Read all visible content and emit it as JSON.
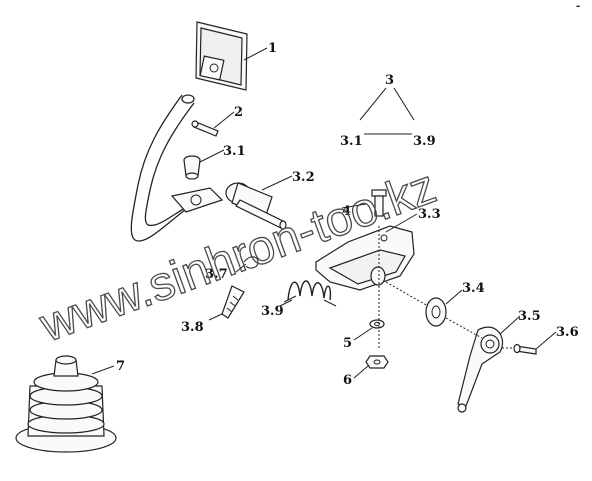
{
  "corner_mark": "-",
  "watermark": "www.sinhron-too.kz",
  "assembly_group": {
    "label": "3",
    "range_start": "3.1",
    "range_end": "3.9"
  },
  "callouts": [
    {
      "id": "c1",
      "label": "1"
    },
    {
      "id": "c2",
      "label": "2"
    },
    {
      "id": "c31",
      "label": "3.1"
    },
    {
      "id": "c32",
      "label": "3.2"
    },
    {
      "id": "c33",
      "label": "3.3"
    },
    {
      "id": "c34",
      "label": "3.4"
    },
    {
      "id": "c35",
      "label": "3.5"
    },
    {
      "id": "c36",
      "label": "3.6"
    },
    {
      "id": "c37",
      "label": "3.7"
    },
    {
      "id": "c38",
      "label": "3.8"
    },
    {
      "id": "c39",
      "label": "3.9"
    },
    {
      "id": "c4",
      "label": "4"
    },
    {
      "id": "c5",
      "label": "5"
    },
    {
      "id": "c6",
      "label": "6"
    },
    {
      "id": "c7",
      "label": "7"
    }
  ]
}
